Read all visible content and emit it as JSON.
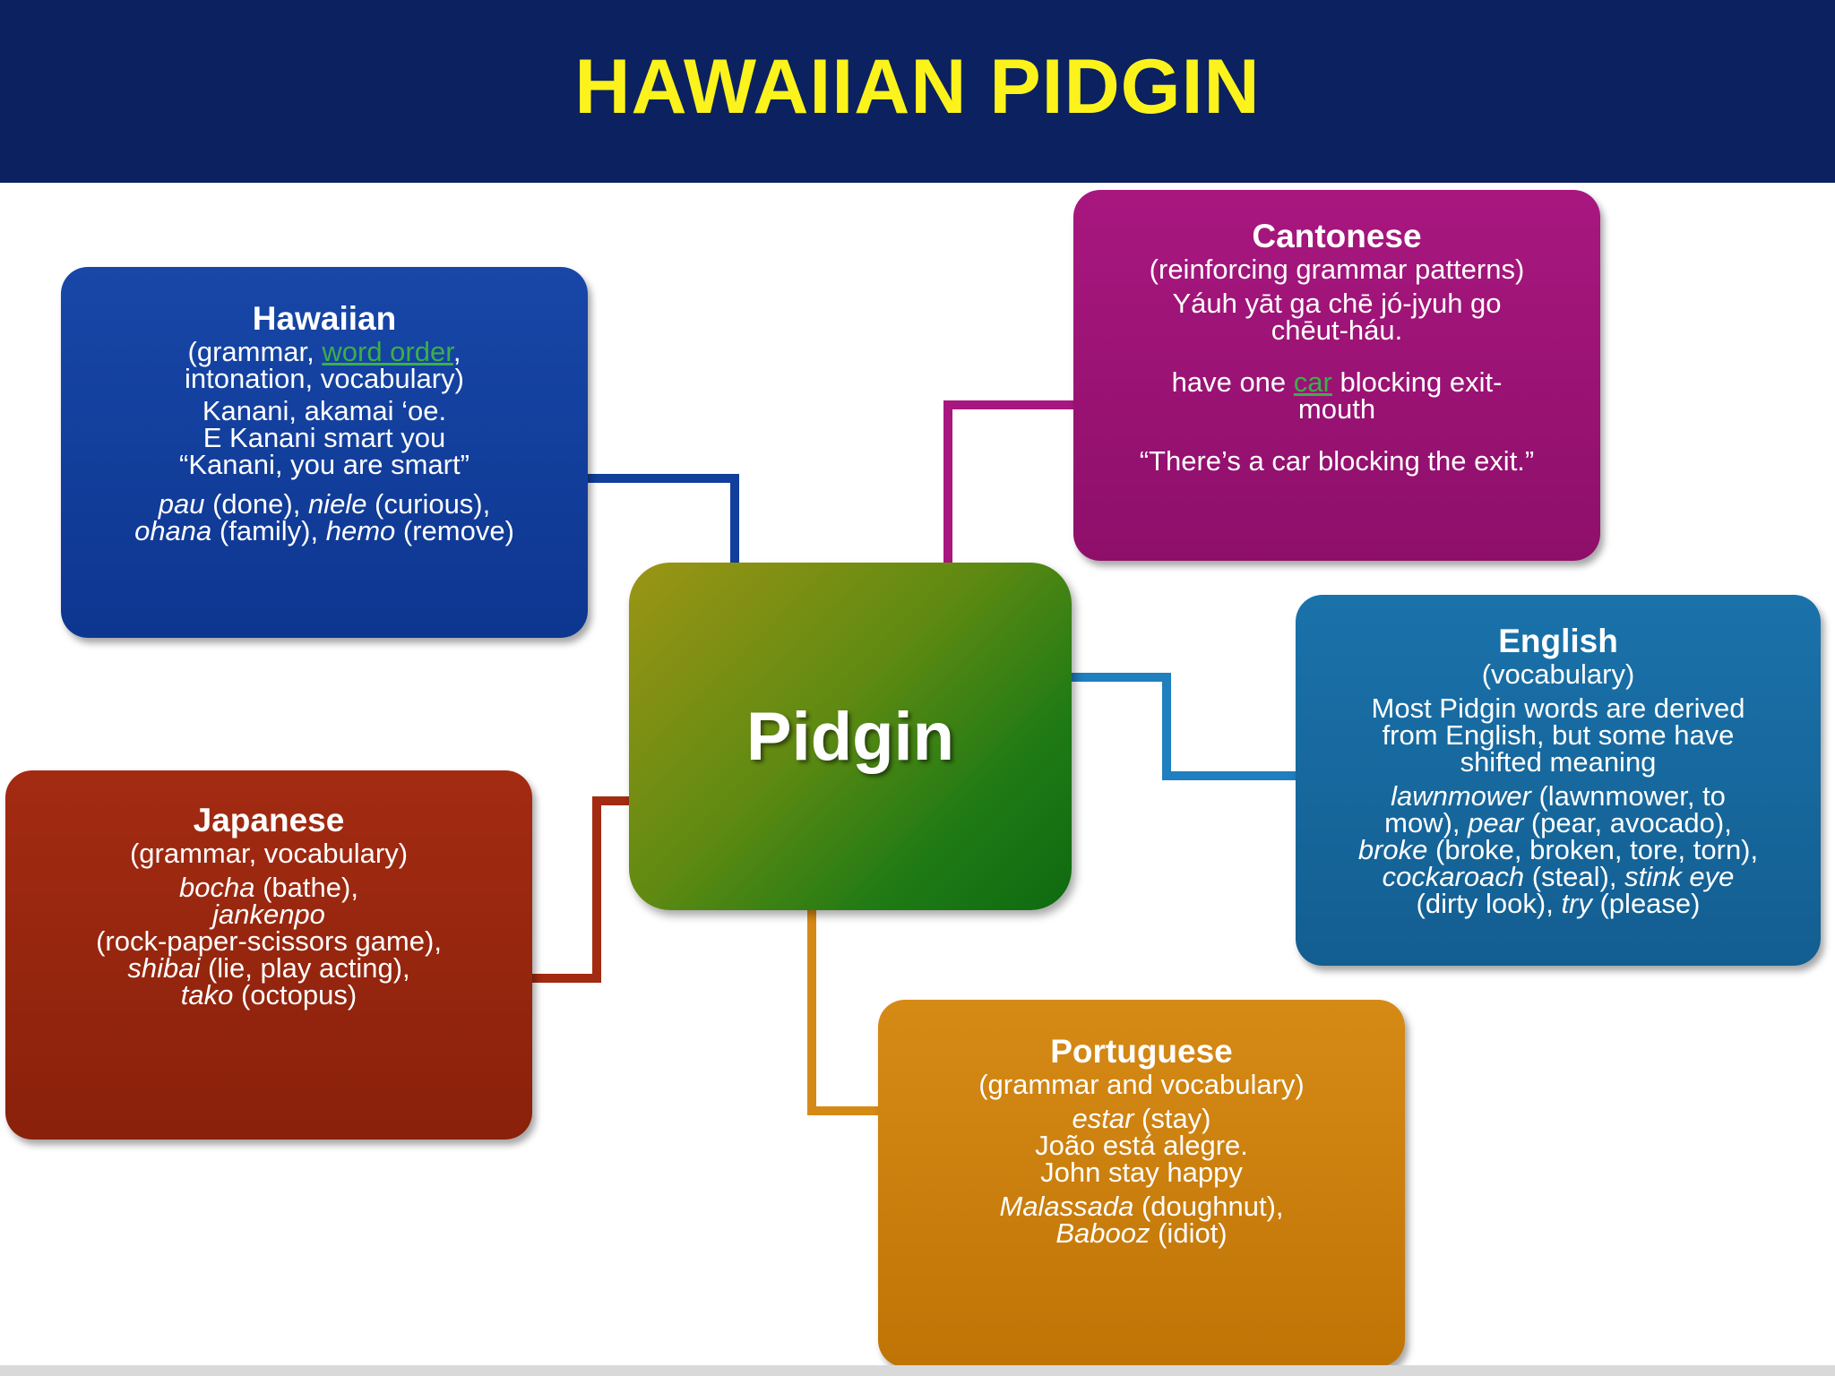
{
  "title": "HAWAIIAN PIDGIN",
  "center": "Pidgin",
  "hawaiian": {
    "heading": "Hawaiian",
    "role_pre": "(grammar, ",
    "role_link": "word order",
    "role_post": ",",
    "role_line2": "intonation, vocabulary)",
    "ex1": "Kanani, akamai ‘oe.",
    "ex2": "E Kanani smart you",
    "ex3": "“Kanani, you are smart”",
    "w1": "pau",
    "g1": " (done), ",
    "w2": "niele",
    "g2": " (curious),",
    "w3": "ohana",
    "g3": " (family), ",
    "w4": "hemo",
    "g4": " (remove)"
  },
  "cantonese": {
    "heading": "Cantonese",
    "role": "(reinforcing grammar patterns)",
    "ex1": "Yáuh yāt ga chē jó-jyuh go",
    "ex2": "chēut-háu.",
    "ex3_pre": "have one ",
    "ex3_link": "car",
    "ex3_post": " blocking exit-",
    "ex4": "mouth",
    "ex5": "“There’s a car blocking the exit.”"
  },
  "english": {
    "heading": "English",
    "role": "(vocabulary)",
    "d1": "Most Pidgin words are derived",
    "d2": "from English, but some have",
    "d3": "shifted meaning",
    "w1": "lawnmower",
    "g1": " (lawnmower, to",
    "g1b": "mow), ",
    "w2": "pear",
    "g2": " (pear, avocado),",
    "w3": "broke",
    "g3": " (broke, broken, tore, torn),",
    "w4": "cockaroach",
    "g4": " (steal), ",
    "w5": "stink eye",
    "g5": "(dirty look), ",
    "w6": "try",
    "g6": " (please)"
  },
  "japanese": {
    "heading": "Japanese",
    "role": "(grammar, vocabulary)",
    "w1": "bocha",
    "g1": " (bathe),",
    "w2": "jankenpo",
    "g2": "(rock-paper-scissors game),",
    "w3": "shibai",
    "g3": " (lie, play acting),",
    "w4": "tako",
    "g4": " (octopus)"
  },
  "portuguese": {
    "heading": "Portuguese",
    "role": "(grammar and vocabulary)",
    "w1": "estar",
    "g1": " (stay)",
    "ex1": "João está alegre.",
    "ex2": "John stay happy",
    "w2": "Malassada",
    "g2": " (doughnut),",
    "w3": "Babooz",
    "g3": " (idiot)"
  },
  "colors": {
    "header_bg": "#0b2160",
    "title": "#fbf31b",
    "hawaiian": "#1847a8",
    "cantonese": "#a8177f",
    "english": "#1a72aa",
    "japanese": "#a32b12",
    "portuguese": "#d68a16",
    "pidgin": "#5f8a12"
  }
}
